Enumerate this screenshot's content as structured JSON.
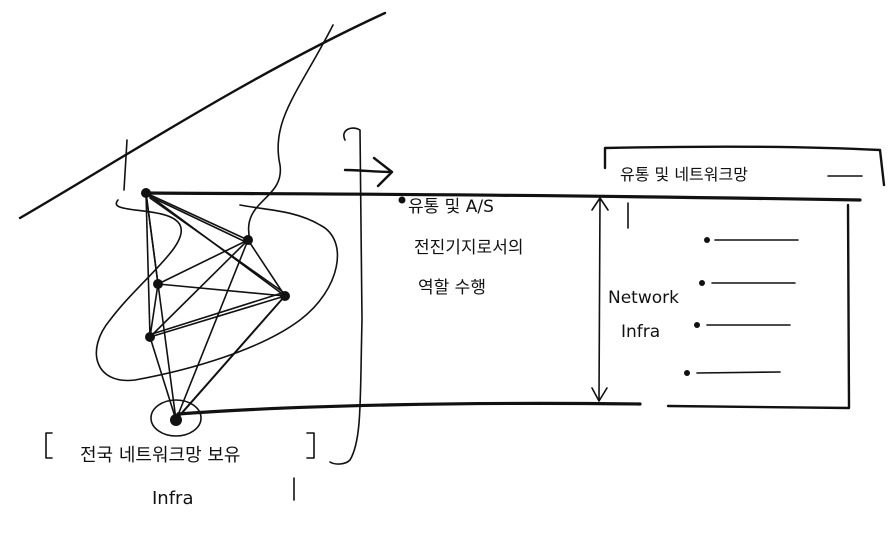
{
  "sketch": {
    "ink_color": "#111111",
    "background": "#ffffff",
    "left_caption": {
      "line1": "전국 네트워크망 보유",
      "line2": "Infra"
    },
    "middle_note": {
      "line1": "유통 및 A/S",
      "line2": "전진기지로서의",
      "line3": "역할 수행"
    },
    "right_panel": {
      "title": "유통 및 네트워크망",
      "vertical_label_1": "Network",
      "vertical_label_2": "Infra",
      "bullet_count": 4
    }
  }
}
